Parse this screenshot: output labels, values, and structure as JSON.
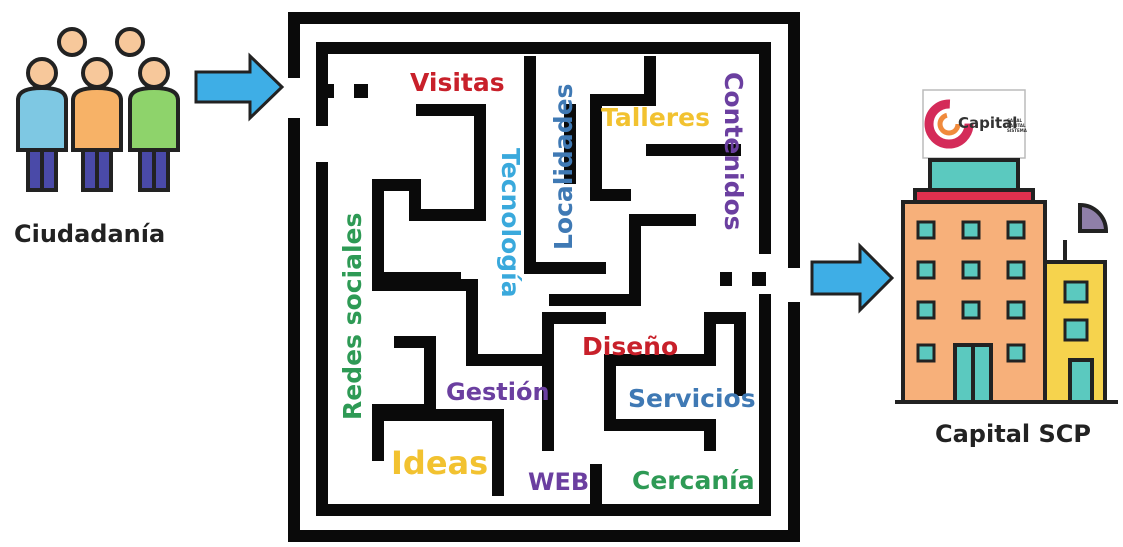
{
  "left_label": "Ciudadanía",
  "right_label": "Capital SCP",
  "logo": {
    "text": "Capital",
    "small_text": "CANAL CAPITAL SISTEMA",
    "accent": "#d42b59"
  },
  "maze_words": {
    "visitas": "Visitas",
    "localidades": "Localidades",
    "talleres": "Talleres",
    "contenidos": "Contenidos",
    "tecnologia": "Tecnología",
    "redes": "Redes sociales",
    "diseno": "Diseño",
    "gestion": "Gestión",
    "servicios": "Servicios",
    "ideas": "Ideas",
    "web": "WEB",
    "cercania": "Cercanía"
  },
  "colors": {
    "arrow": "#3eaee6",
    "red": "#c8202a",
    "blue": "#3f79b4",
    "yellow": "#f2c230",
    "purple": "#6b3fa0",
    "cyan": "#3aa9dc",
    "green": "#2e9a55"
  }
}
